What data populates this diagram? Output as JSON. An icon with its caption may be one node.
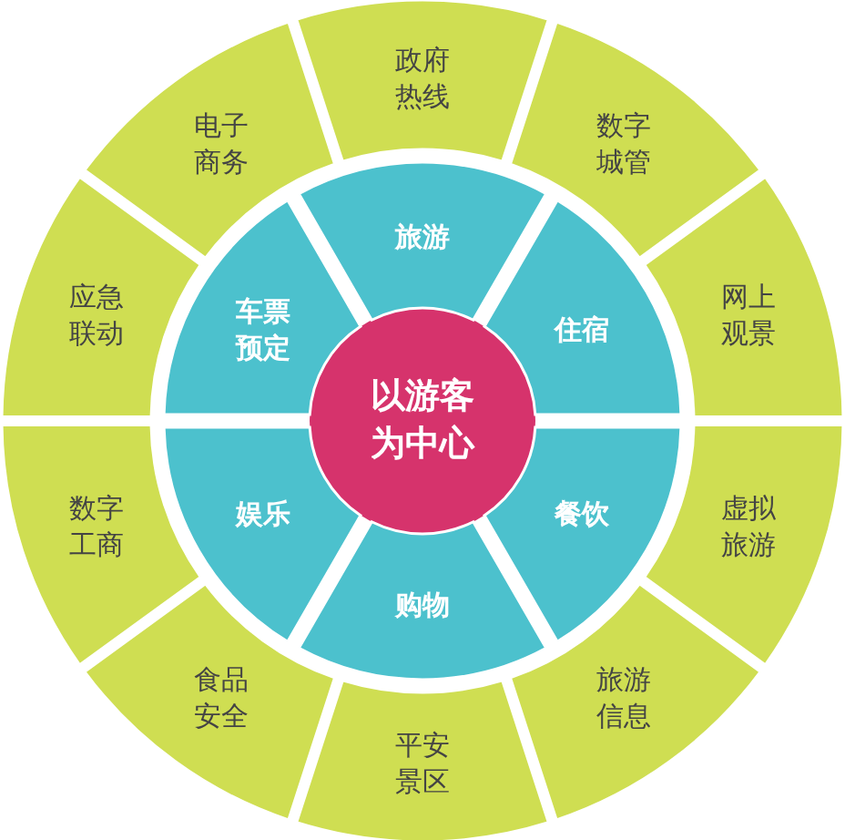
{
  "diagram": {
    "nodes": [
      {
        "text": [
          "以游客为中心"
        ]
      },
      {
        "text": [
          "旅游"
        ]
      },
      {
        "text": [
          "住宿"
        ]
      },
      {
        "text": [
          "餐饮"
        ]
      },
      {
        "text": [
          "购物"
        ]
      },
      {
        "text": [
          "娱乐"
        ]
      },
      {
        "text": [
          "车票预定"
        ]
      },
      {
        "text": [
          "政府热线"
        ]
      },
      {
        "text": [
          "数字城管"
        ]
      },
      {
        "text": [
          "网上观景"
        ]
      },
      {
        "text": [
          "虚拟旅游"
        ]
      },
      {
        "text": [
          "旅游信息"
        ]
      },
      {
        "text": [
          "平安景区"
        ]
      },
      {
        "text": [
          "食品安全"
        ]
      },
      {
        "text": [
          "数字工商"
        ]
      },
      {
        "text": [
          "应急联动"
        ]
      },
      {
        "text": [
          "电子商务"
        ]
      }
    ]
  }
}
